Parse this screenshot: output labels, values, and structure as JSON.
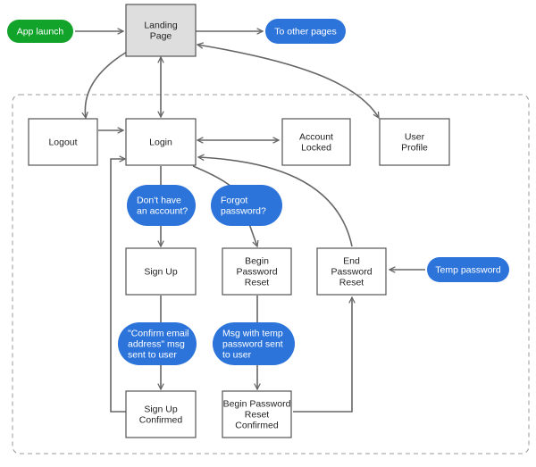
{
  "colors": {
    "start": "#12a32b",
    "callout": "#2d74da",
    "box_stroke": "#555555",
    "landing_fill": "#dedede",
    "arrow": "#666666",
    "dashed": "#9a9a9a"
  },
  "start": {
    "label": "App launch"
  },
  "landing": {
    "label": [
      "Landing",
      "Page"
    ]
  },
  "other_pages": {
    "label": "To other pages"
  },
  "logout": {
    "label": [
      "Logout"
    ]
  },
  "login": {
    "label": [
      "Login"
    ]
  },
  "account_locked": {
    "label": [
      "Account",
      "Locked"
    ]
  },
  "user_profile": {
    "label": [
      "User",
      "Profile"
    ]
  },
  "no_account": {
    "label": [
      "Don't have",
      "an account?"
    ]
  },
  "forgot": {
    "label": [
      "Forgot",
      "password?"
    ]
  },
  "signup": {
    "label": [
      "Sign Up"
    ]
  },
  "begin_reset": {
    "label": [
      "Begin",
      "Password",
      "Reset"
    ]
  },
  "end_reset": {
    "label": [
      "End",
      "Password",
      "Reset"
    ]
  },
  "temp_password": {
    "label": "Temp password"
  },
  "confirm_email_msg": {
    "label": [
      "\"Confirm email",
      "address\" msg",
      "sent to user"
    ]
  },
  "temp_pw_msg": {
    "label": [
      "Msg with temp",
      "password sent",
      "to user"
    ]
  },
  "signup_confirmed": {
    "label": [
      "Sign Up",
      "Confirmed"
    ]
  },
  "begin_reset_confirmed": {
    "label": [
      "Begin Password",
      "Reset",
      "Confirmed"
    ]
  }
}
